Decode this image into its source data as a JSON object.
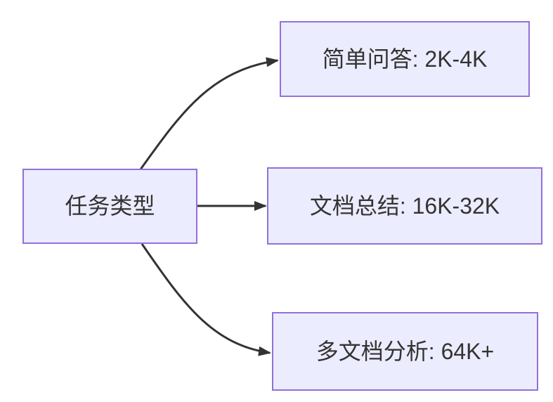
{
  "diagram": {
    "type": "flowchart",
    "direction": "left-to-right",
    "root": {
      "id": "task-type",
      "label": "任务类型"
    },
    "branches": [
      {
        "id": "simple-qa",
        "label": "简单问答: 2K-4K"
      },
      {
        "id": "doc-summary",
        "label": "文档总结: 16K-32K"
      },
      {
        "id": "multi-doc-analysis",
        "label": "多文档分析: 64K+"
      }
    ],
    "edges": [
      {
        "from": "task-type",
        "to": "simple-qa"
      },
      {
        "from": "task-type",
        "to": "doc-summary"
      },
      {
        "from": "task-type",
        "to": "multi-doc-analysis"
      }
    ],
    "colors": {
      "node_fill": "#ECECFF",
      "node_border": "#9370DB",
      "node_text": "#333333",
      "edge": "#333333",
      "background": "#FFFFFF"
    }
  }
}
